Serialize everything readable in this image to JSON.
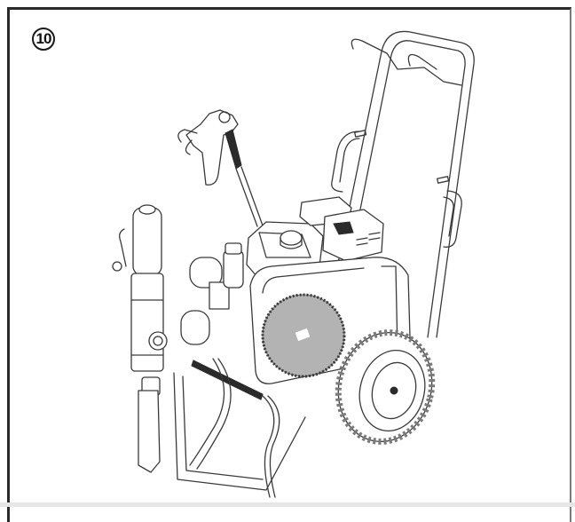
{
  "figure": {
    "step_number": "10",
    "description": "Line-art illustration of a gas-engine airless paint sprayer on a two-wheel cart with spray gun and hose",
    "components": [
      "spray-gun",
      "hose",
      "cart-frame-handle",
      "gas-engine",
      "fuel-tank-cap",
      "fan-cover",
      "pump-lower",
      "wheel",
      "suction-tube"
    ],
    "colors": {
      "line": "#3a3a3a",
      "frame_border": "#2a2a2a",
      "background": "#ffffff"
    }
  }
}
